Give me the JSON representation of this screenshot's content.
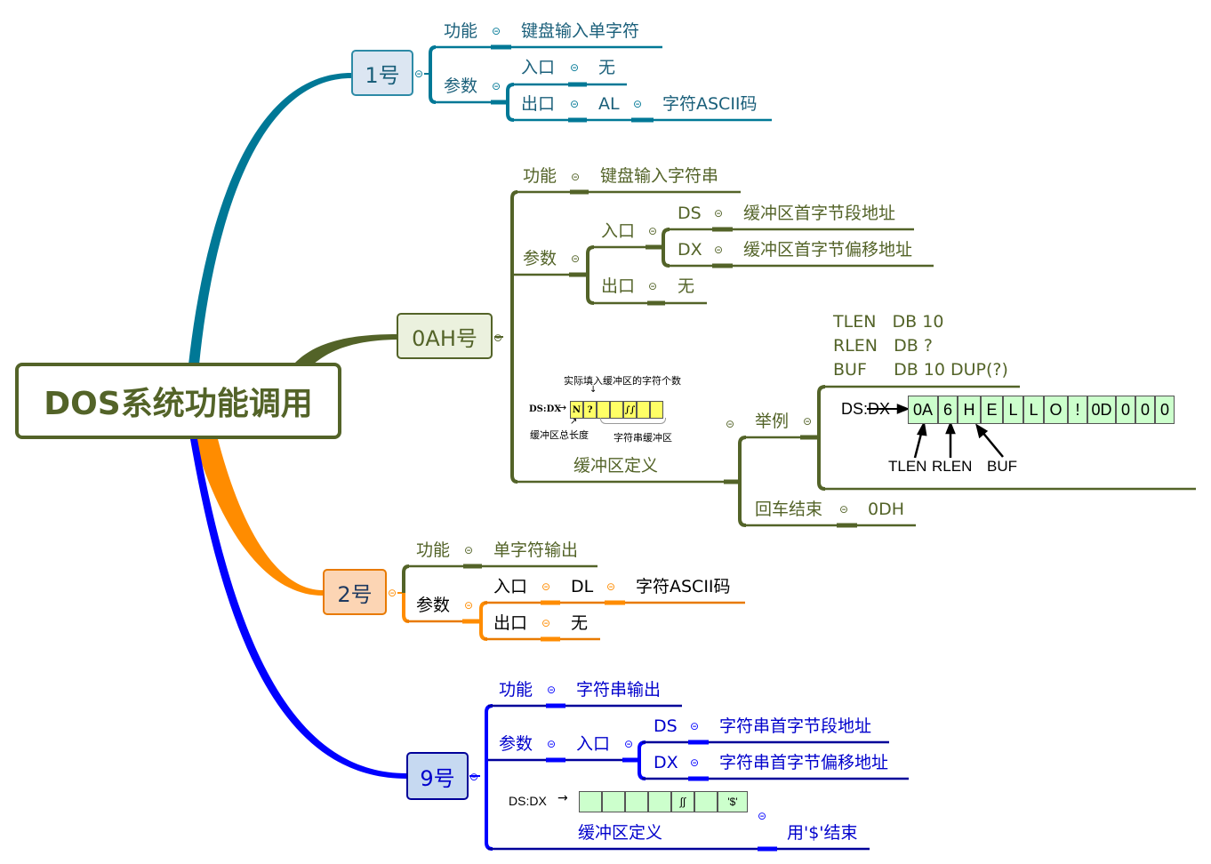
{
  "root": {
    "title": "DOS系统功能调用",
    "color": "#536328"
  },
  "collapse_glyph": "⊝",
  "branches": {
    "b1": {
      "label": "1号",
      "color": "#007896",
      "func_key": "功能",
      "func_val": "键盘输入单字符",
      "param_key": "参数",
      "entry_key": "入口",
      "entry_val": "无",
      "exit_key": "出口",
      "exit_reg": "AL",
      "exit_val": "字符ASCII码"
    },
    "b0a": {
      "label": "0AH号",
      "color": "#536328",
      "func_key": "功能",
      "func_val": "键盘输入字符串",
      "param_key": "参数",
      "entry_key": "入口",
      "ds_key": "DS",
      "ds_val": "缓冲区首字节段地址",
      "dx_key": "DX",
      "dx_val": "缓冲区首字节偏移地址",
      "exit_key": "出口",
      "exit_val": "无",
      "buf_key": "缓冲区定义",
      "buf_figure": {
        "top_caption": "实际填入缓冲区的字符个数",
        "pointer": "DS:DX",
        "cells": [
          "N",
          "?",
          "",
          "",
          "∫∫",
          "",
          ""
        ],
        "caption_left": "缓冲区总长度",
        "caption_right": "字符串缓冲区"
      },
      "example_key": "举例",
      "code_lines": [
        "TLEN   DB 10",
        "RLEN   DB ?",
        "BUF     DB 10 DUP(?)"
      ],
      "example_pointer": "DS:DX",
      "example_cells": [
        "0A",
        "6",
        "H",
        "E",
        "L",
        "L",
        "O",
        "!",
        "0D",
        "0",
        "0",
        "0"
      ],
      "example_labels": [
        "TLEN",
        "RLEN",
        "BUF"
      ],
      "cr_key": "回车结束",
      "cr_val": "0DH"
    },
    "b2": {
      "label": "2号",
      "color": "#f28a00",
      "func_key": "功能",
      "func_val": "单字符输出",
      "param_key": "参数",
      "entry_key": "入口",
      "entry_reg": "DL",
      "entry_val": "字符ASCII码",
      "exit_key": "出口",
      "exit_val": "无"
    },
    "b9": {
      "label": "9号",
      "color": "#0000f0",
      "func_key": "功能",
      "func_val": "字符串输出",
      "param_key": "参数",
      "entry_key": "入口",
      "ds_key": "DS",
      "ds_val": "字符串首字节段地址",
      "dx_key": "DX",
      "dx_val": "字符串首字节偏移地址",
      "buf_key": "缓冲区定义",
      "buf_pointer": "DS:DX",
      "buf_cells": [
        "",
        "",
        "",
        "",
        "∫∫",
        "",
        "'$'"
      ],
      "end_val": "用'$'结束"
    }
  }
}
